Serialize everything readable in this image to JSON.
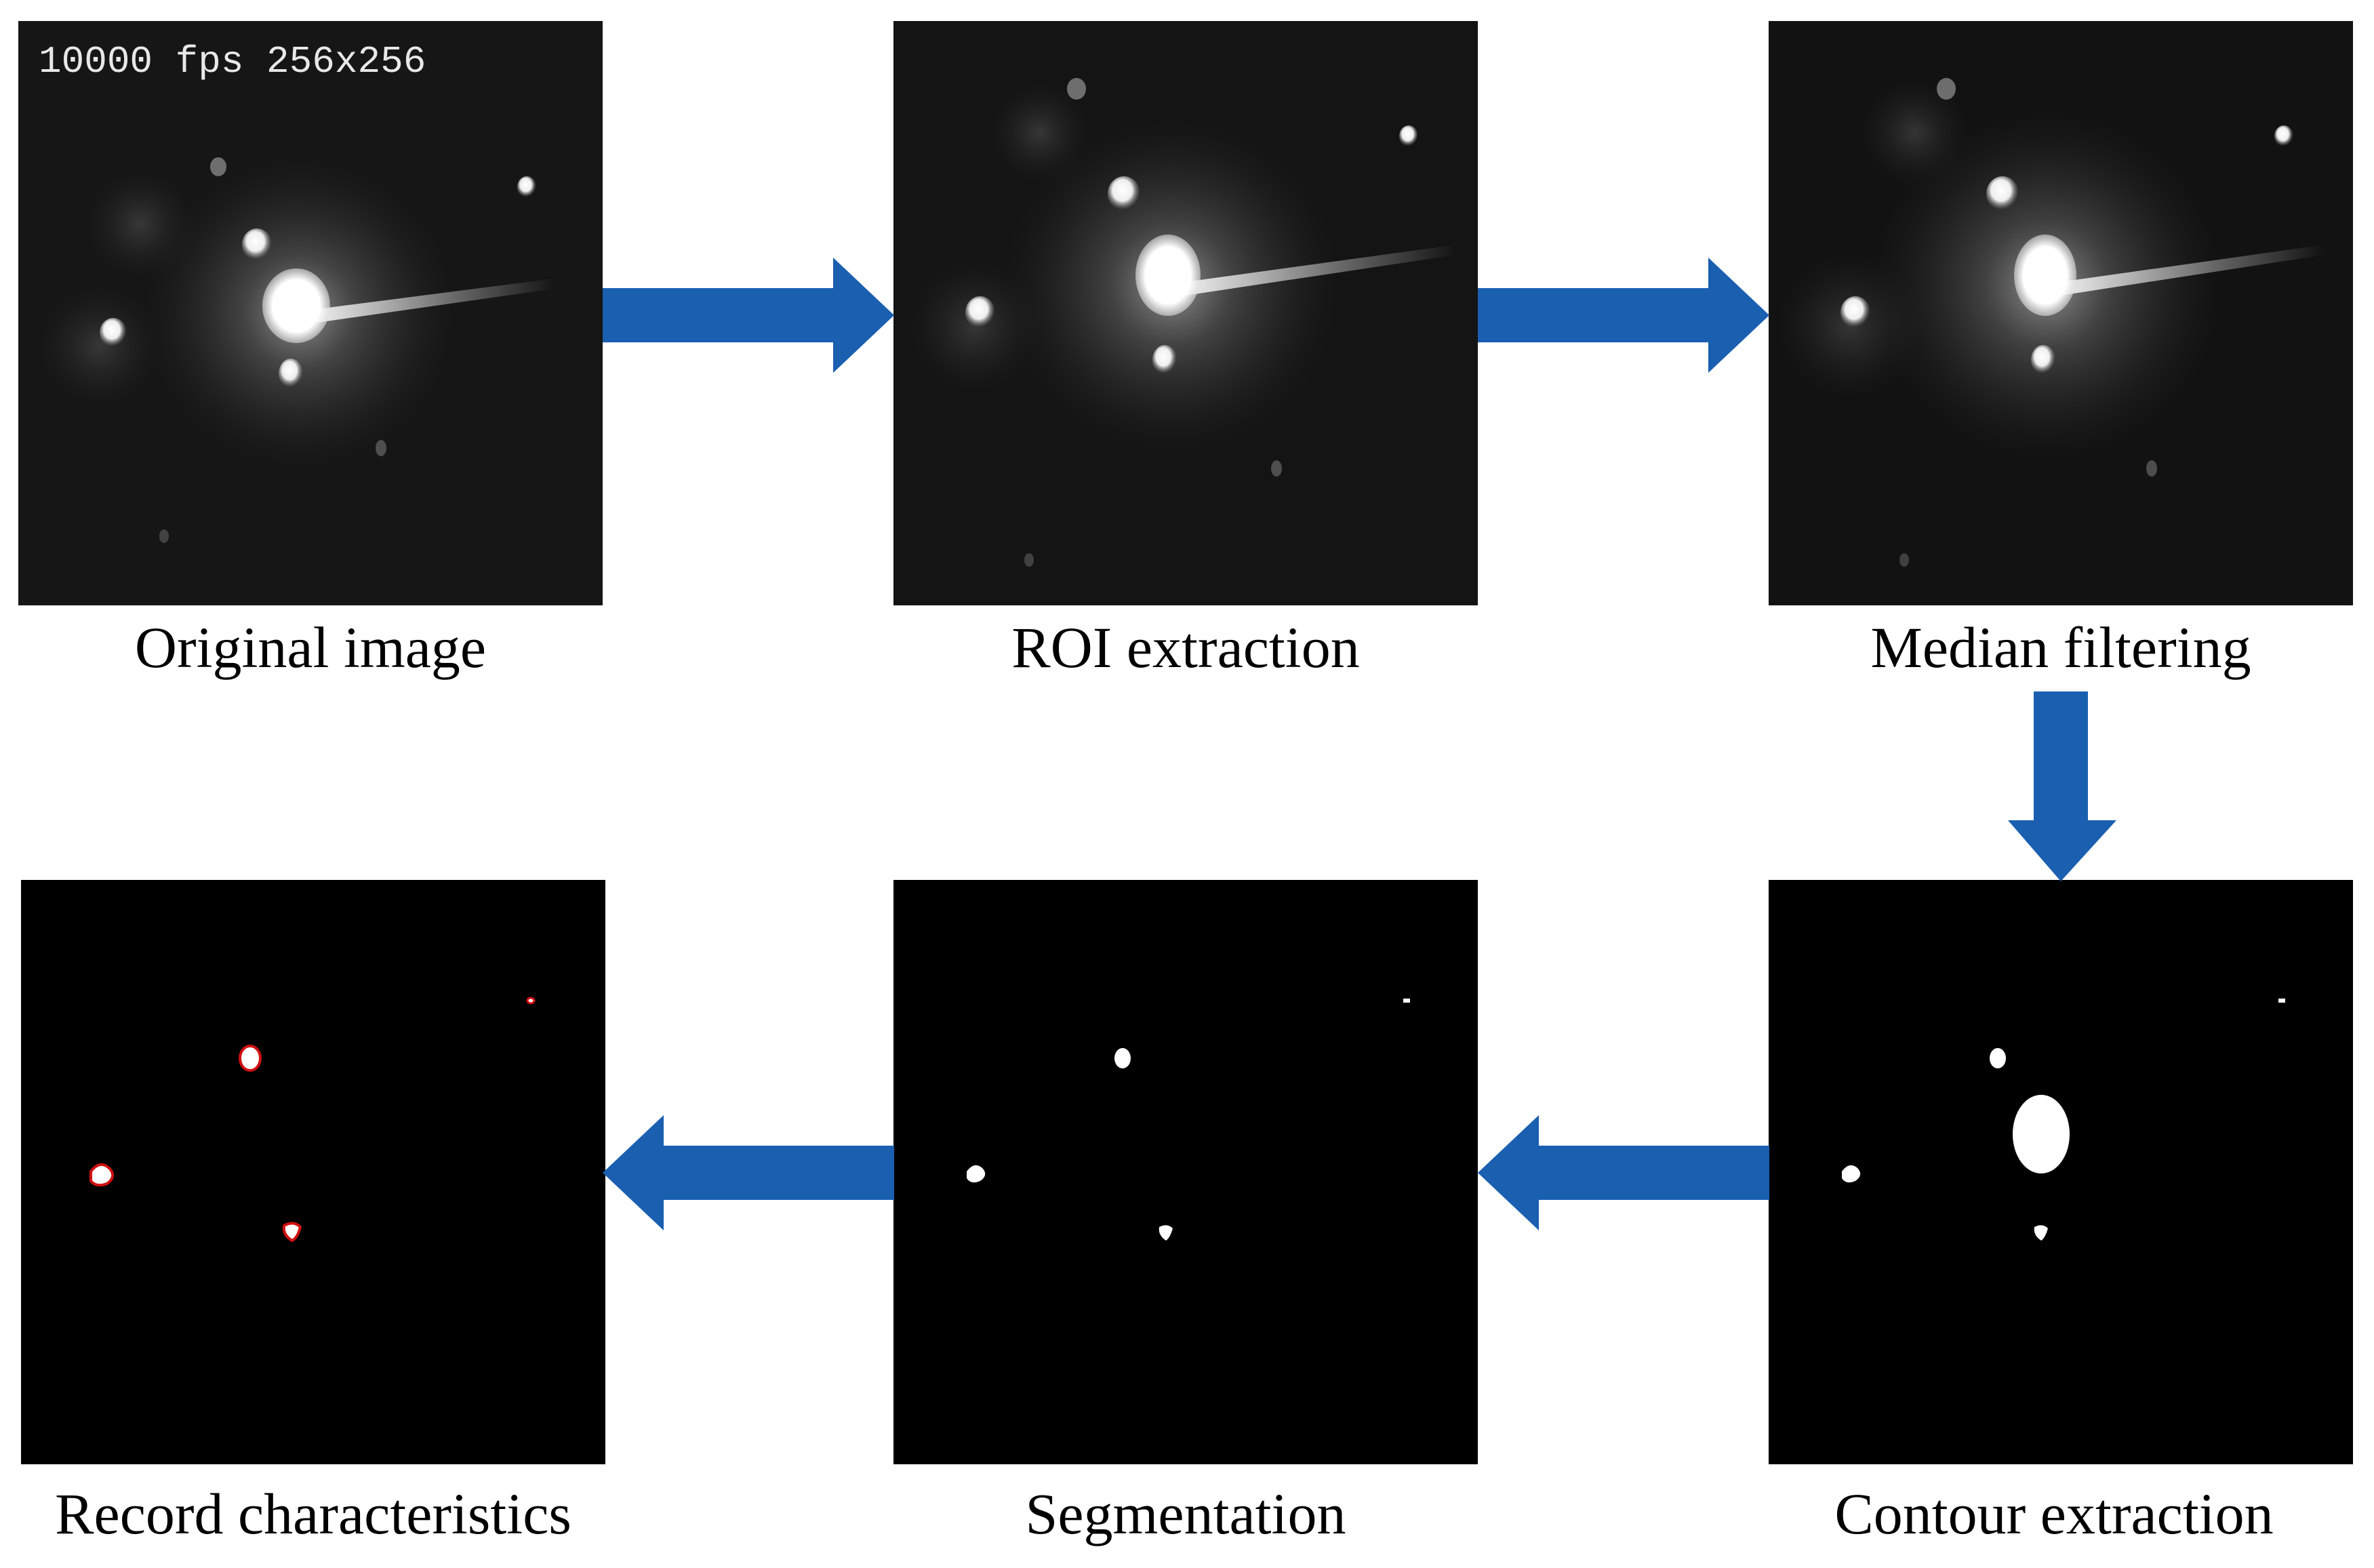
{
  "steps": [
    {
      "label": "Original image",
      "overlay": "10000 fps 256x256"
    },
    {
      "label": "ROI extraction"
    },
    {
      "label": "Median filtering"
    },
    {
      "label": "Contour extraction"
    },
    {
      "label": "Segmentation"
    },
    {
      "label": "Record characteristics"
    }
  ],
  "colors": {
    "arrow": "#1a5fb0",
    "background": "#ffffff",
    "panel": "#000000",
    "contour_outline": "#d01010"
  }
}
